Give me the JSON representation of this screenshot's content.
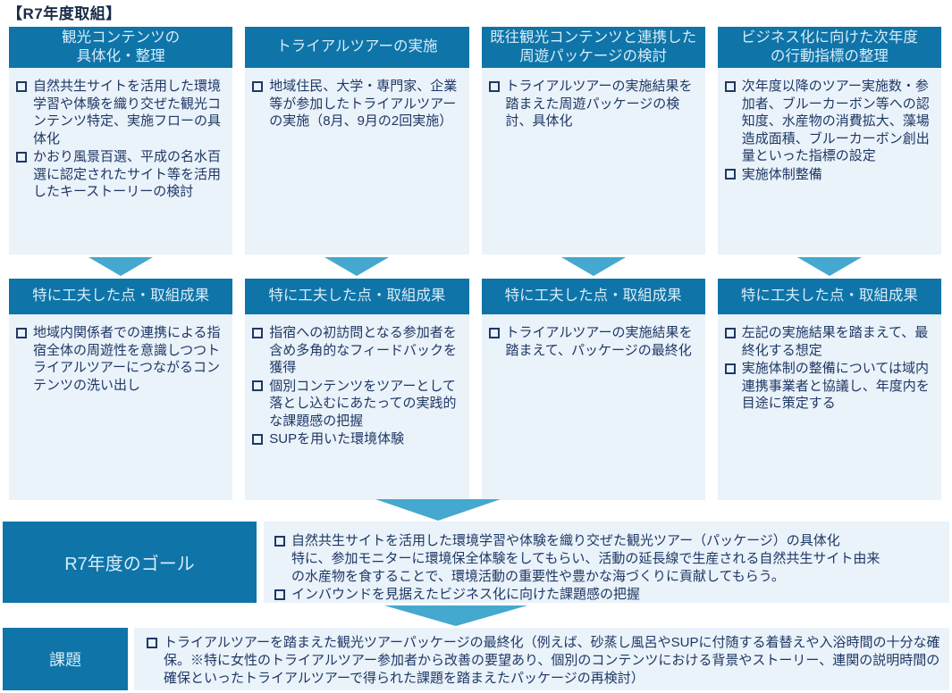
{
  "page_title": "【R7年度取組】",
  "colors": {
    "header_bg": "#0F74A8",
    "header_text": "#D6ECF8",
    "body_bg": "#EAF2FA",
    "body_text": "#1F3864",
    "arrow": "#45A8CE"
  },
  "columns": [
    {
      "header": "観光コンテンツの\n具体化・整理",
      "items": [
        "自然共生サイトを活用した環境学習や体験を織り交ぜた観光コンテンツ特定、実施フローの具体化",
        "かおり風景百選、平成の名水百選に認定されたサイト等を活用したキーストーリーの検討"
      ],
      "result_header": "特に工夫した点・取組成果",
      "result_items": [
        "地域内関係者での連携による指宿全体の周遊性を意識しつつトライアルツアーにつながるコンテンツの洗い出し"
      ]
    },
    {
      "header": "トライアルツアーの実施",
      "items": [
        "地域住民、大学・専門家、企業等が参加したトライアルツアーの実施（8月、9月の2回実施）"
      ],
      "result_header": "特に工夫した点・取組成果",
      "result_items": [
        "指宿への初訪問となる参加者を含め多角的なフィードバックを獲得",
        "個別コンテンツをツアーとして落とし込むにあたっての実践的な課題感の把握",
        "SUPを用いた環境体験"
      ]
    },
    {
      "header": "既往観光コンテンツと連携した\n周遊パッケージの検討",
      "items": [
        "トライアルツアーの実施結果を踏まえた周遊パッケージの検討、具体化"
      ],
      "result_header": "特に工夫した点・取組成果",
      "result_items": [
        "トライアルツアーの実施結果を踏まえて、パッケージの最終化"
      ]
    },
    {
      "header": "ビジネス化に向けた次年度\nの行動指標の整理",
      "items": [
        "次年度以降のツアー実施数・参加者、ブルーカーボン等への認知度、水産物の消費拡大、藻場造成面積、ブルーカーボン創出量といった指標の設定",
        "実施体制整備"
      ],
      "result_header": "特に工夫した点・取組成果",
      "result_items": [
        "左記の実施結果を踏まえて、最終化する想定",
        "実施体制の整備については域内連携事業者と協議し、年度内を目途に策定する"
      ]
    }
  ],
  "goal": {
    "label": "R7年度のゴール",
    "items": [
      "自然共生サイトを活用した環境学習や体験を織り交ぜた観光ツアー（パッケージ）の具体化\n特に、参加モニターに環境保全体験をしてもらい、活動の延長線で生産される自然共生サイト由来\nの水産物を食することで、環境活動の重要性や豊かな海づくりに貢献してもらう。",
      "インバウンドを見据えたビジネス化に向けた課題感の把握"
    ]
  },
  "issues": {
    "label": "課題",
    "items": [
      "トライアルツアーを踏まえた観光ツアーパッケージの最終化（例えば、砂蒸し風呂やSUPに付随する着替えや入浴時間の十分な確保。※特に女性のトライアルツアー参加者から改善の要望あり、個別のコンテンツにおける背景やストーリー、連関の説明時間の確保といったトライアルツアーで得られた課題を踏まえたパッケージの再検討）"
    ]
  }
}
